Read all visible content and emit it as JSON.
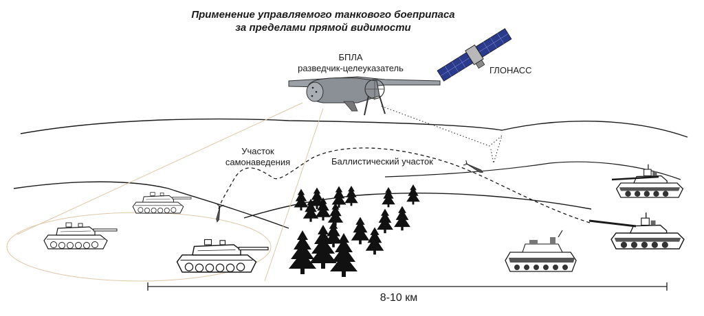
{
  "title": {
    "line1": "Применение управляемого танкового боеприпаса",
    "line2": "за пределами прямой видимости"
  },
  "labels": {
    "uav_line1": "БПЛА",
    "uav_line2": "разведчик-целеуказатель",
    "glonass": "ГЛОНАСС",
    "homing_line1": "Участок",
    "homing_line2": "самонаведения",
    "ballistic": "Баллистический участок",
    "range": "8-10 км"
  },
  "colors": {
    "outline": "#1a1a1a",
    "satellite_panel": "#2a3a8c",
    "drone_body": "#8a9096",
    "sight_line": "#e0c8a8",
    "tree": "#111111"
  }
}
